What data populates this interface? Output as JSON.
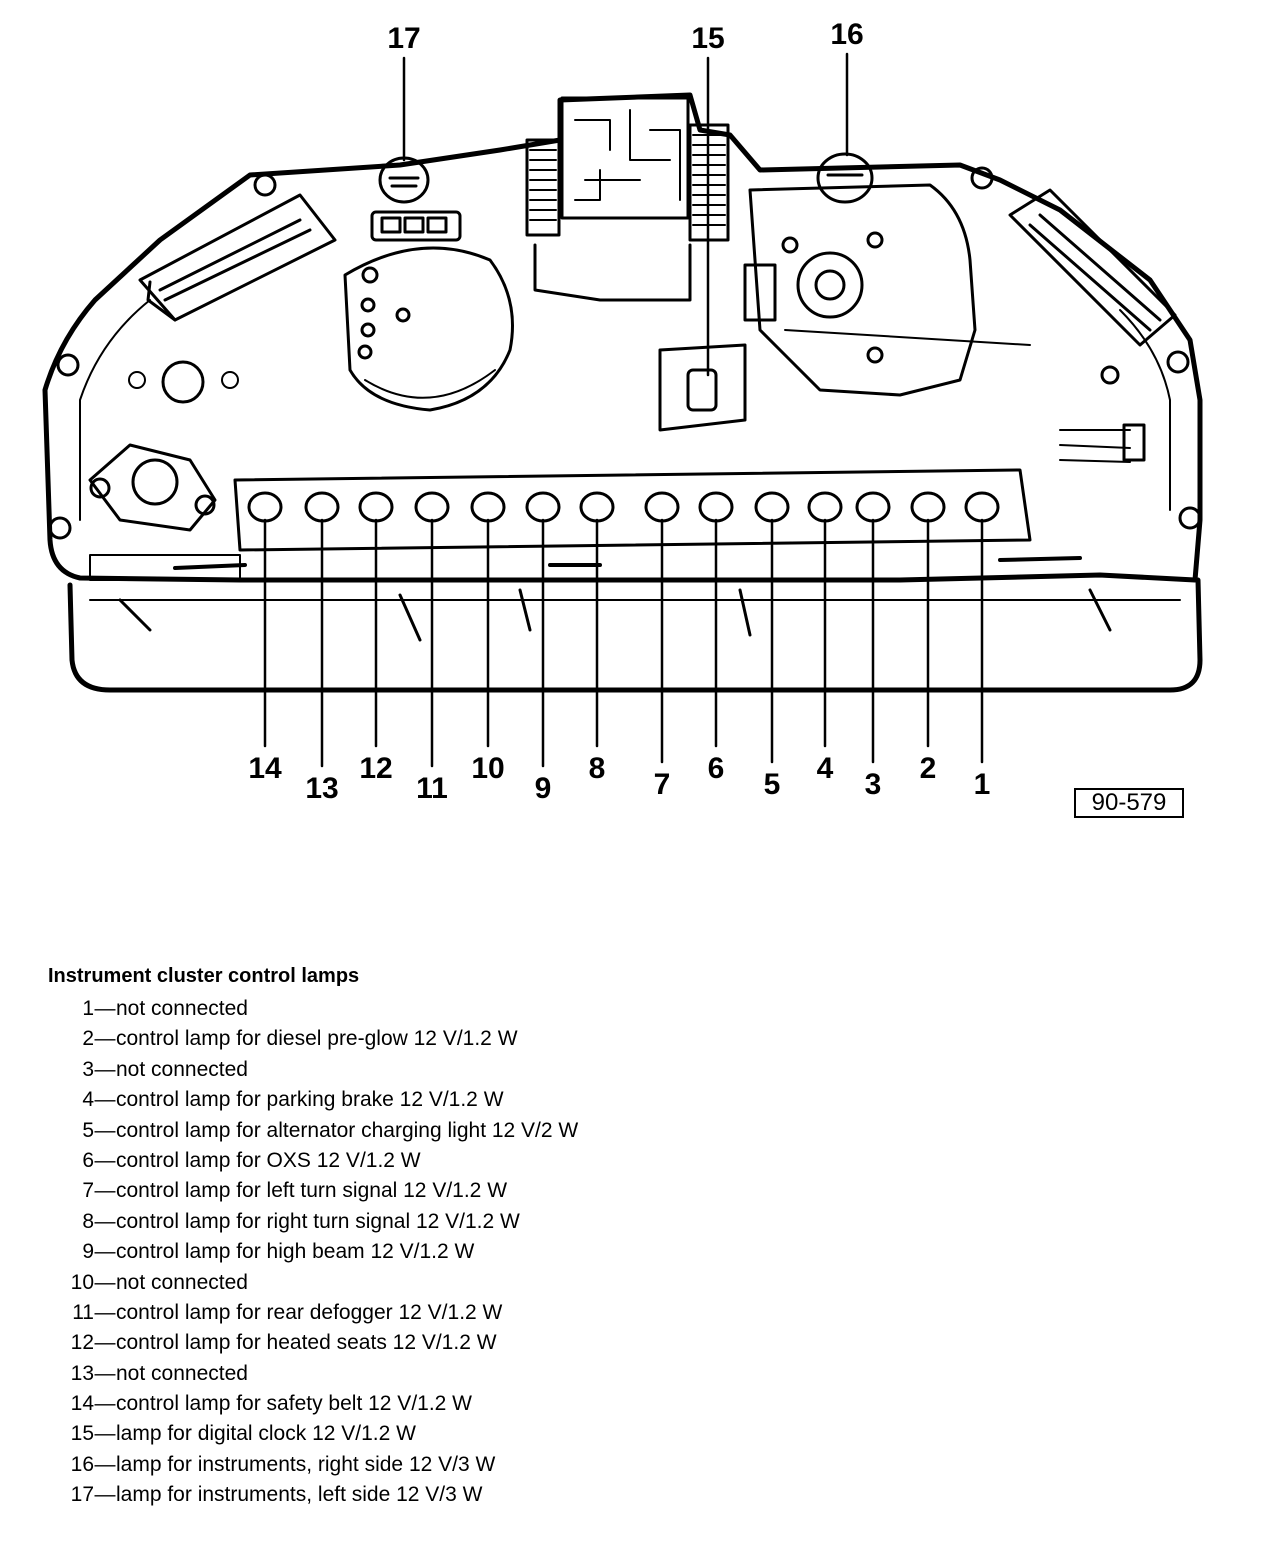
{
  "figure": {
    "reference_code": "90-579",
    "top_callouts": [
      "17",
      "15",
      "16"
    ],
    "bottom_callouts": [
      "14",
      "13",
      "12",
      "11",
      "10",
      "9",
      "8",
      "7",
      "6",
      "5",
      "4",
      "3",
      "2",
      "1"
    ]
  },
  "legend": {
    "title": "Instrument cluster control lamps",
    "separator": "—",
    "items": [
      {
        "num": "1",
        "text": "not connected"
      },
      {
        "num": "2",
        "text": "control lamp for diesel pre-glow 12 V/1.2 W"
      },
      {
        "num": "3",
        "text": "not connected"
      },
      {
        "num": "4",
        "text": "control lamp for parking brake 12 V/1.2 W"
      },
      {
        "num": "5",
        "text": "control lamp for alternator charging light 12 V/2 W"
      },
      {
        "num": "6",
        "text": "control lamp for OXS 12 V/1.2 W"
      },
      {
        "num": "7",
        "text": "control lamp for left turn signal 12 V/1.2 W"
      },
      {
        "num": "8",
        "text": "control lamp for right turn signal 12 V/1.2 W"
      },
      {
        "num": "9",
        "text": "control lamp for high beam 12 V/1.2 W"
      },
      {
        "num": "10",
        "text": "not connected"
      },
      {
        "num": "11",
        "text": "control lamp for rear defogger 12 V/1.2 W"
      },
      {
        "num": "12",
        "text": "control lamp for heated seats 12 V/1.2 W"
      },
      {
        "num": "13",
        "text": "not connected"
      },
      {
        "num": "14",
        "text": "control lamp for safety belt 12 V/1.2 W"
      },
      {
        "num": "15",
        "text": "lamp for digital clock 12 V/1.2 W"
      },
      {
        "num": "16",
        "text": "lamp for instruments, right side 12 V/3 W"
      },
      {
        "num": "17",
        "text": "lamp for instruments, left side 12 V/3 W"
      }
    ]
  }
}
